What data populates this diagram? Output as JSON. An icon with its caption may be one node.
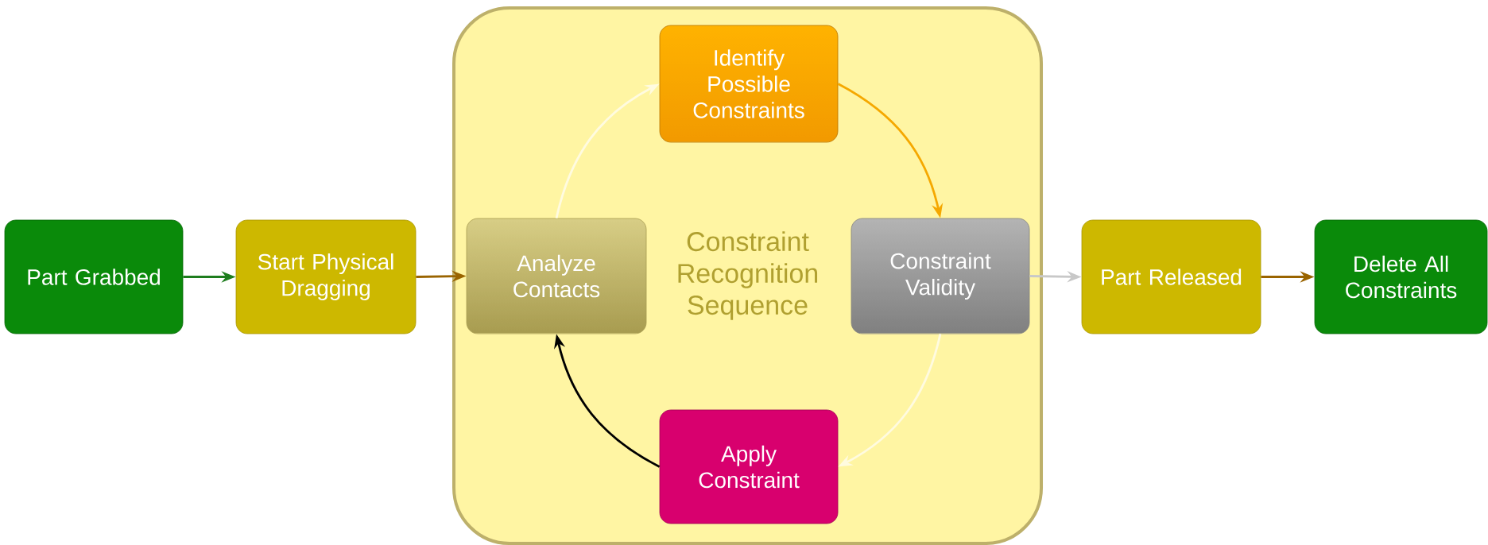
{
  "diagram": {
    "nodes": [
      {
        "text": [
          "Part Grabbed"
        ]
      },
      {
        "text": [
          "Start Physical Dragging"
        ]
      },
      {
        "text": [
          "Constraint Recognition Sequence"
        ]
      },
      {
        "text": [
          "Identify Possible Constraints"
        ],
        "in": 2
      },
      {
        "text": [
          "Analyze Contacts"
        ],
        "in": 2
      },
      {
        "text": [
          "Constraint Validity"
        ],
        "in": 2
      },
      {
        "text": [
          "Apply Constraint"
        ],
        "in": 2
      },
      {
        "text": [
          "Part Released"
        ]
      },
      {
        "text": [
          "Delete All Constraints"
        ]
      }
    ],
    "edges": [
      {
        "from": 0,
        "to": 1,
        "arrow": "to",
        "color": "#1e7d1e"
      },
      {
        "from": 1,
        "to": 4,
        "arrow": "to",
        "color": "#9a6400"
      },
      {
        "from": 4,
        "to": 3,
        "arrow": "to",
        "color": "#fffbe0"
      },
      {
        "from": 3,
        "to": 5,
        "arrow": "to",
        "color": "#f5a800"
      },
      {
        "from": 5,
        "to": 6,
        "arrow": "to",
        "color": "#fffbe0"
      },
      {
        "from": 6,
        "to": 4,
        "arrow": "to",
        "color": "#000000"
      },
      {
        "from": 5,
        "to": 7,
        "arrow": "to",
        "color": "#c8c8c8"
      },
      {
        "from": 7,
        "to": 8,
        "arrow": "to",
        "color": "#9a6400"
      }
    ]
  }
}
